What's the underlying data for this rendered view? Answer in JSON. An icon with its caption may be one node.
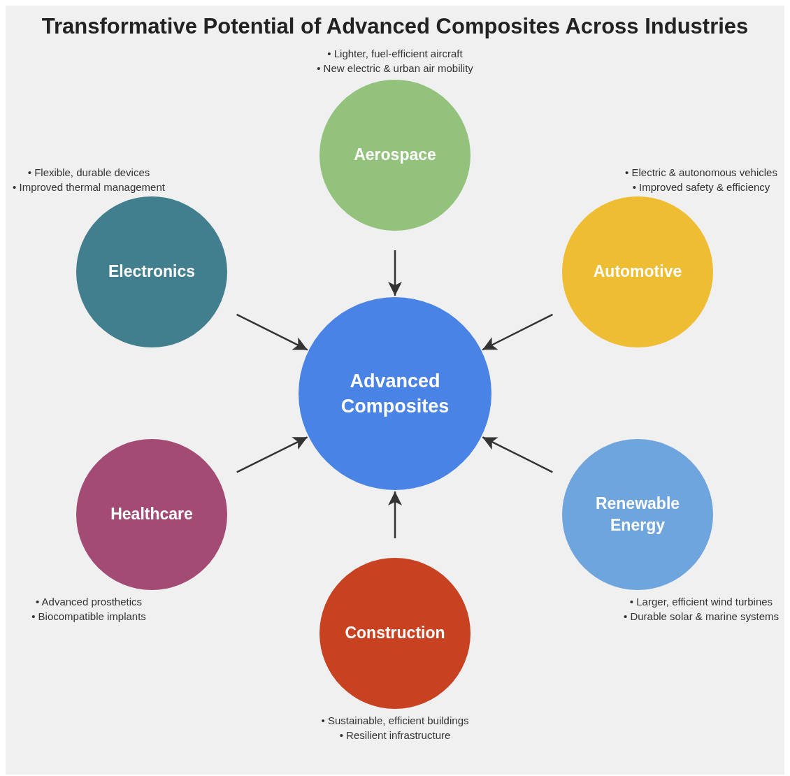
{
  "diagram": {
    "title": "Transformative Potential of Advanced Composites Across Industries",
    "nodes": [
      {
        "text": [
          "Aerospace"
        ],
        "beside": [
          "• Lighter, fuel-efficient aircraft",
          "• New electric & urban air mobility"
        ]
      },
      {
        "text": [
          "Electronics"
        ],
        "beside": [
          "• Flexible, durable devices",
          "• Improved thermal management"
        ]
      },
      {
        "text": [
          "Automotive"
        ],
        "beside": [
          "• Electric & autonomous vehicles",
          "• Improved safety & efficiency"
        ]
      },
      {
        "text": [
          "Advanced Composites"
        ]
      },
      {
        "text": [
          "Healthcare"
        ],
        "beside": [
          "• Advanced prosthetics",
          "• Biocompatible implants"
        ]
      },
      {
        "text": [
          "Renewable Energy"
        ],
        "beside": [
          "• Larger, efficient wind turbines",
          "• Durable solar & marine systems"
        ]
      },
      {
        "text": [
          "Construction"
        ],
        "beside": [
          "• Sustainable, efficient buildings",
          "• Resilient infrastructure"
        ]
      }
    ],
    "edges": [
      {
        "from": 0,
        "to": 3,
        "arrow": "to"
      },
      {
        "from": 1,
        "to": 3,
        "arrow": "to"
      },
      {
        "from": 2,
        "to": 3,
        "arrow": "to"
      },
      {
        "from": 4,
        "to": 3,
        "arrow": "to"
      },
      {
        "from": 5,
        "to": 3,
        "arrow": "to"
      },
      {
        "from": 6,
        "to": 3,
        "arrow": "to"
      }
    ]
  }
}
